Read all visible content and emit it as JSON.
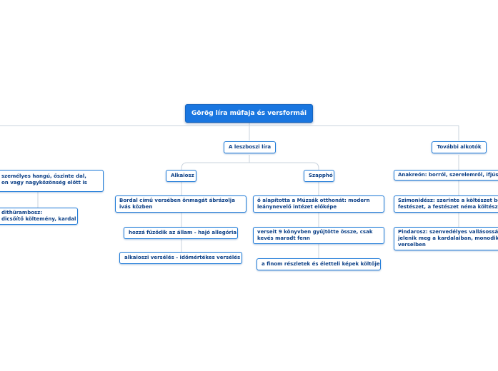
{
  "root": "Görög líra műfaja és versformái",
  "branches": {
    "lesbos": "A leszboszi líra",
    "further": "További alkotók",
    "alkaios": "Alkaiosz",
    "sappho": "Szapphó"
  },
  "left": {
    "a1": "személyes hangú, őszinte dal,",
    "a2": "on vagy nagyközönség előtt is",
    "b1": "dithürambosz:",
    "b2": "dicsőítő költemény, kardal"
  },
  "alkaios_items": {
    "i1a": "Bordal című versében önmagát ábrázolja",
    "i1b": "ivás közben",
    "i2": "hozzá fűződik az állam - hajó allegória",
    "i3": "alkaioszi versélés - időmértékes versélés"
  },
  "sappho_items": {
    "i1a": "ő alapította a Múzsák otthonát: modern",
    "i1b": "leánynevelő intézet előképe",
    "i2a": "verseit 9 könyvben gyűjtötte össze, csak",
    "i2b": "kevés maradt fenn",
    "i3": "a finom részletek és életteli képek költője"
  },
  "further_items": {
    "i1": "Anakreón: borról, szerelemről, ifjús",
    "i2a": "Szimonidész: szerinte a költészet be",
    "i2b": "festészet, a festészet néma költésze",
    "i3a": "Pindarosz: szenvedélyes vallásosság",
    "i3b": "jelenik meg a kardalaiban, monodik",
    "i3c": "verselben"
  }
}
